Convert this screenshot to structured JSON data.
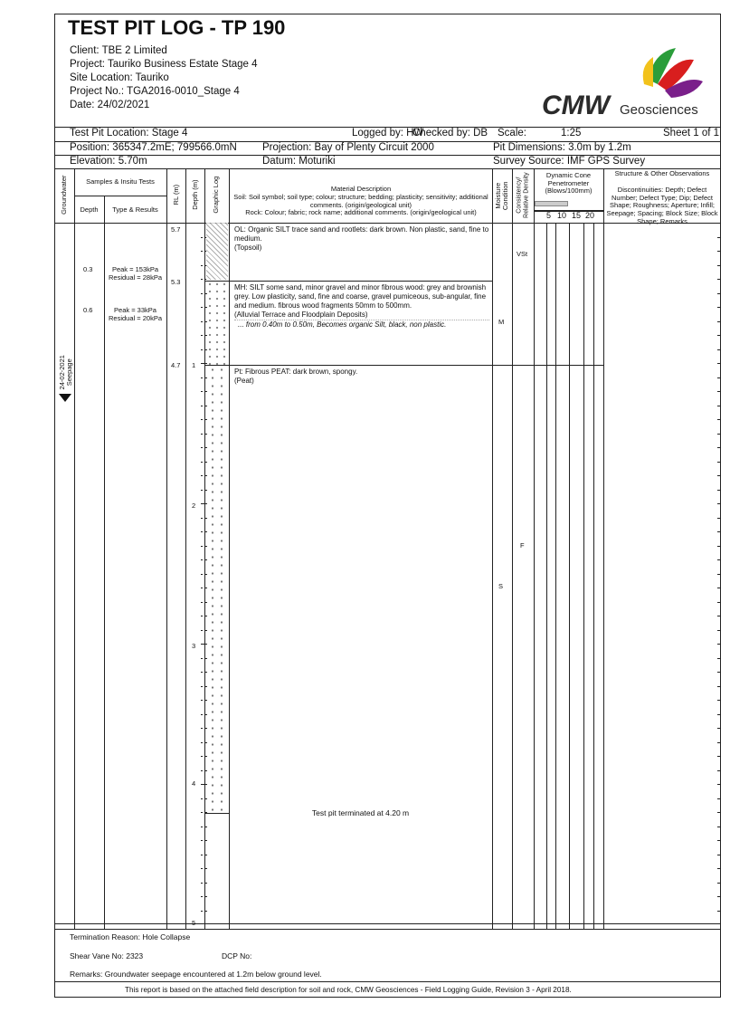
{
  "header": {
    "title": "TEST PIT LOG - TP 190",
    "client": "Client: TBE 2 Limited",
    "project": "Project: Tauriko Business Estate Stage 4",
    "site": "Site Location: Tauriko",
    "project_no": "Project No.: TGA2016-0010_Stage 4",
    "date": "Date: 24/02/2021",
    "location": "Test Pit Location: Stage 4",
    "logged": "Logged by: HW",
    "checked": "Checked by: DB",
    "scale_label": "Scale:",
    "scale": "1:25",
    "sheet": "Sheet 1 of 1",
    "position": "Position: 365347.2mE; 799566.0mN",
    "projection": "Projection: Bay of Plenty Circuit 2000",
    "dimensions": "Pit Dimensions: 3.0m by 1.2m",
    "elevation": "Elevation: 5.70m",
    "datum": "Datum: Moturiki",
    "survey": "Survey Source: IMF GPS Survey",
    "logo_text": "CMW Geosciences"
  },
  "columns": {
    "groundwater": "Groundwater",
    "samples": "Samples & Insitu Tests",
    "depth": "Depth",
    "type": "Type & Results",
    "rl": "RL (m)",
    "depth_m": "Depth (m)",
    "graphic": "Graphic Log",
    "desc_title": "Material Description",
    "desc_soil": "Soil: Soil symbol; soil type; colour; structure; bedding; plasticity; sensitivity; additional comments. (origin/geological unit)",
    "desc_rock": "Rock: Colour; fabric; rock name; additional comments. (origin/geological unit)",
    "moisture": "Moisture Condition",
    "consistency": "Consistency/ Relative Density",
    "dcp": "Dynamic Cone Penetrometer (Blows/100mm)",
    "dcp_ticks": [
      "5",
      "10",
      "15",
      "20"
    ],
    "structure_title": "Structure & Other Observations",
    "structure_text": "Discontinuities: Depth; Defect Number; Defect Type; Dip; Defect Shape; Roughness; Aperture; Infill; Seepage; Spacing; Block Size; Block Shape; Remarks"
  },
  "samples": [
    {
      "depth": "0.3",
      "result1": "Peak = 153kPa",
      "result2": "Residual = 28kPa"
    },
    {
      "depth": "0.6",
      "result1": "Peak = 33kPa",
      "result2": "Residual = 20kPa"
    }
  ],
  "rl": [
    "5.7",
    "5.3",
    "4.7"
  ],
  "depth_labels": [
    "1",
    "2",
    "3",
    "4",
    "5"
  ],
  "groundwater": {
    "date": "24-02-2021",
    "label": "Seepage"
  },
  "layers": [
    {
      "desc": "OL: Organic SILT trace sand and rootlets: dark brown. Non plastic, sand, fine to medium.",
      "unit": "(Topsoil)"
    },
    {
      "desc": "MH: SILT some sand, minor gravel and minor fibrous wood: grey and brownish grey. Low plasticity, sand, fine and coarse, gravel pumiceous, sub-angular, fine and medium. fibrous wood fragments 50mm to 500mm.",
      "unit": "(Alluvial Terrace and Floodplain Deposits)",
      "note": "... from 0.40m to 0.50m, Becomes organic Silt, black, non plastic."
    },
    {
      "desc": "Pt: Fibrous PEAT: dark brown, spongy.",
      "unit": "(Peat)"
    }
  ],
  "termination_text": "Test pit terminated at 4.20 m",
  "moisture": [
    "M",
    "S"
  ],
  "consistency": [
    "VSt",
    "F"
  ],
  "footer": {
    "termination": "Termination Reason:  Hole Collapse",
    "shear_vane": "Shear Vane No:   2323",
    "dcp_no": "DCP No:",
    "remarks": "Remarks:  Groundwater seepage encountered at 1.2m below ground level.",
    "report": "This report is based on the attached field description for soil and rock, CMW Geosciences - Field Logging Guide, Revision 3 - April 2018."
  }
}
